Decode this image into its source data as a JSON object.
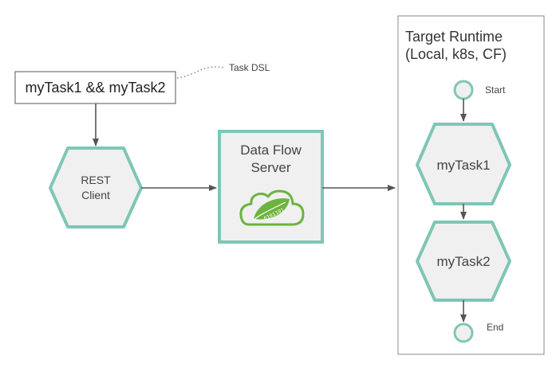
{
  "diagram": {
    "task_dsl_box": {
      "text": "myTask1 && myTask2"
    },
    "task_dsl_note": "Task DSL",
    "rest_client": {
      "line1": "REST",
      "line2": "Client"
    },
    "data_flow_server": {
      "line1": "Data Flow",
      "line2": "Server"
    },
    "target_runtime": {
      "line1": "Target Runtime",
      "line2": "(Local, k8s, CF)"
    },
    "start_label": "Start",
    "end_label": "End",
    "task1": "myTask1",
    "task2": "myTask2",
    "logo_bits": "0101101"
  },
  "colors": {
    "node_fill": "#f0f0f0",
    "node_stroke": "#7fc6b5",
    "logo_green": "#6db33f",
    "arrow": "#555555",
    "frame_stroke": "#888888"
  }
}
